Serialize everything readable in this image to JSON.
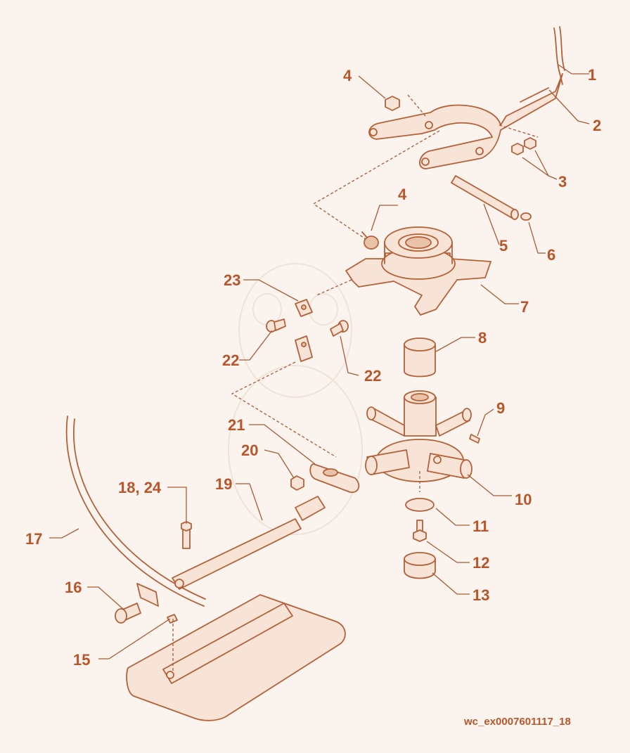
{
  "figure_id": "wc_ex0007601117_18",
  "callouts": [
    {
      "key": "c1",
      "label": "1"
    },
    {
      "key": "c2",
      "label": "2"
    },
    {
      "key": "c3",
      "label": "3"
    },
    {
      "key": "c4a",
      "label": "4"
    },
    {
      "key": "c4b",
      "label": "4"
    },
    {
      "key": "c5",
      "label": "5"
    },
    {
      "key": "c6",
      "label": "6"
    },
    {
      "key": "c7",
      "label": "7"
    },
    {
      "key": "c8",
      "label": "8"
    },
    {
      "key": "c9",
      "label": "9"
    },
    {
      "key": "c10",
      "label": "10"
    },
    {
      "key": "c11",
      "label": "11"
    },
    {
      "key": "c12",
      "label": "12"
    },
    {
      "key": "c13",
      "label": "13"
    },
    {
      "key": "c15",
      "label": "15"
    },
    {
      "key": "c16",
      "label": "16"
    },
    {
      "key": "c17",
      "label": "17"
    },
    {
      "key": "c18",
      "label": "18, 24"
    },
    {
      "key": "c19",
      "label": "19"
    },
    {
      "key": "c20",
      "label": "20"
    },
    {
      "key": "c21",
      "label": "21"
    },
    {
      "key": "c22a",
      "label": "22"
    },
    {
      "key": "c22b",
      "label": "22"
    },
    {
      "key": "c23",
      "label": "23"
    }
  ]
}
